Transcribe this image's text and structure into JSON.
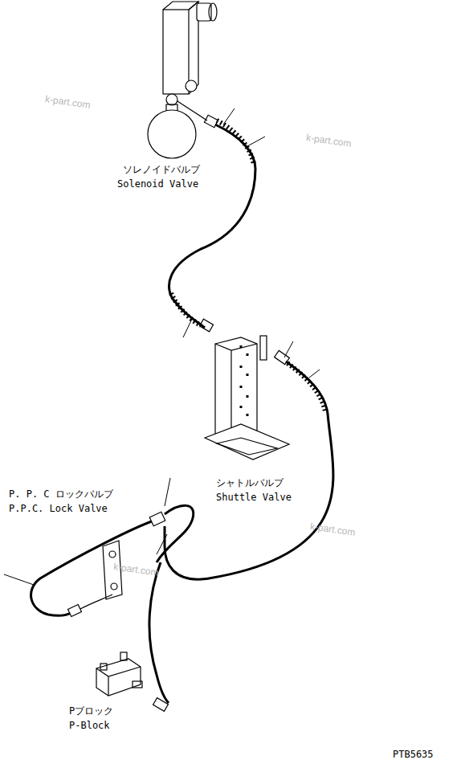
{
  "diagram": {
    "labels": [
      "ソレノイドバルブ",
      "Solenoid Valve",
      "シャトルバルブ",
      "Shuttle Valve",
      "P. P. C  ロックバルブ",
      "P.P.C. Lock Valve",
      "Pブロック",
      "P-Block",
      "PTB5635",
      "k-part.com",
      "k-part.com",
      "k-part.com",
      "k-part.com"
    ]
  }
}
